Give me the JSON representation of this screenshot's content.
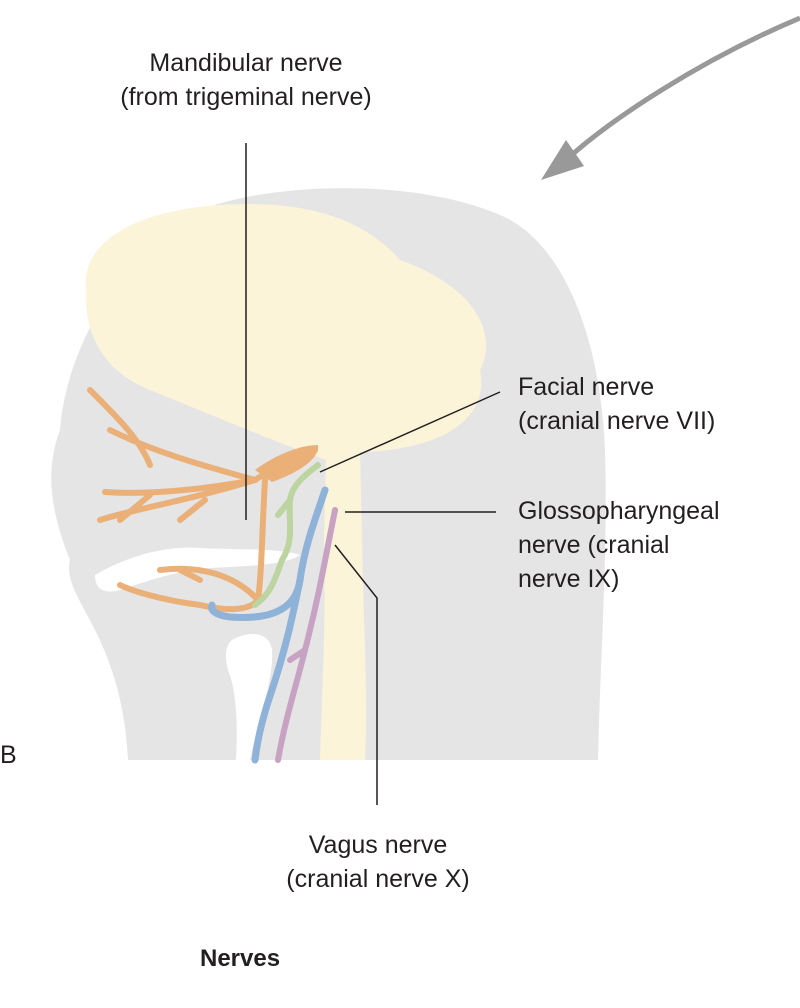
{
  "figure_letter": "B",
  "caption": "Nerves",
  "labels": {
    "mandibular": "Mandibular nerve\n(from trigeminal nerve)",
    "facial": "Facial nerve\n(cranial nerve VII)",
    "glossopharyngeal": "Glossopharyngeal\nnerve (cranial\nnerve IX)",
    "vagus": "Vagus nerve\n(cranial nerve X)"
  },
  "colors": {
    "head": "#e5e5e6",
    "brain": "#fcf4d8",
    "trigeminal": "#eab078",
    "facial": "#bcd5a0",
    "glossopharyngeal": "#8fb2d8",
    "vagus": "#c7a2c3",
    "arrow": "#999999"
  }
}
